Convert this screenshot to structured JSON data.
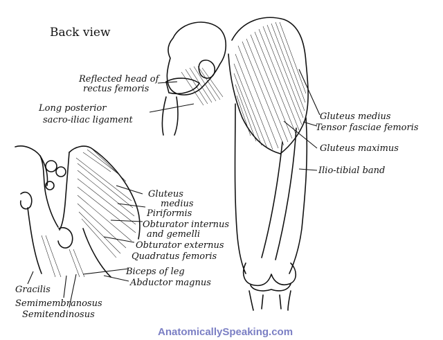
{
  "title": "Back view",
  "colors": {
    "ink": "#111111",
    "watermark": "#7b7fc4"
  },
  "labels": {
    "reflected_head_1": "Reflected head of",
    "reflected_head_2": "rectus femoris",
    "long_posterior_1": "Long posterior",
    "long_posterior_2": "sacro-iliac ligament",
    "gluteus_medius_right": "Gluteus medius",
    "tensor_fasciae": "Tensor fasciae femoris",
    "gluteus_maximus": "Gluteus maximus",
    "ilio_tibial": "Ilio-tibial band",
    "gluteus_medius_left_1": "Gluteus",
    "gluteus_medius_left_2": "medius",
    "piriformis": "Piriformis",
    "obturator_internus_1": "Obturator internus",
    "obturator_internus_2": "and gemelli",
    "obturator_externus": "Obturator externus",
    "quadratus": "Quadratus femoris",
    "biceps": "Biceps of leg",
    "abductor": "Abductor magnus",
    "gracilis": "Gracilis",
    "semimembranosus": "Semimembranosus",
    "semitendinosus": "Semitendinosus"
  },
  "watermark": "AnatomicallySpeaking.com"
}
